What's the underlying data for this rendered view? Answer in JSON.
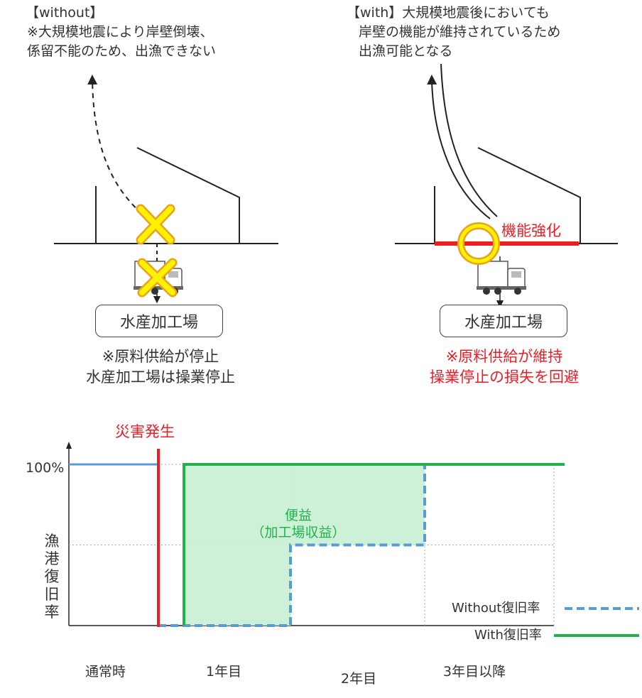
{
  "without": {
    "heading": "【without】",
    "note_line1": "※大規模地震により岸壁倒壊、",
    "note_line2": "係留不能のため、出漁できない",
    "factory": "水産加工場",
    "result_line1": "※原料供給が停止",
    "result_line2": "水産加工場は操業停止"
  },
  "with": {
    "heading": "【with】大規模地震後においても",
    "note_line2": "岸壁の機能が維持されているため",
    "note_line3": "出漁可能となる",
    "reinforce_label": "機能強化",
    "factory": "水産加工場",
    "result_line1": "※原料供給が維持",
    "result_line2": "操業停止の損失を回避"
  },
  "chart_data": {
    "type": "line",
    "title": "",
    "event_label": "災害発生",
    "ylabel": "漁港復旧率",
    "y_tick_labels": [
      "100%"
    ],
    "categories": [
      "通常時",
      "1年目",
      "2年目",
      "3年目以降"
    ],
    "series": [
      {
        "name": "Without復旧率",
        "values": [
          100,
          0,
          50,
          100
        ],
        "color": "#5b9bd5",
        "style": "dashed"
      },
      {
        "name": "With復旧率",
        "values": [
          100,
          100,
          100,
          100
        ],
        "color": "#22b14c",
        "style": "solid"
      }
    ],
    "area_label_line1": "便益",
    "area_label_line2": "（加工場収益）",
    "event_color": "#ee1c24"
  }
}
